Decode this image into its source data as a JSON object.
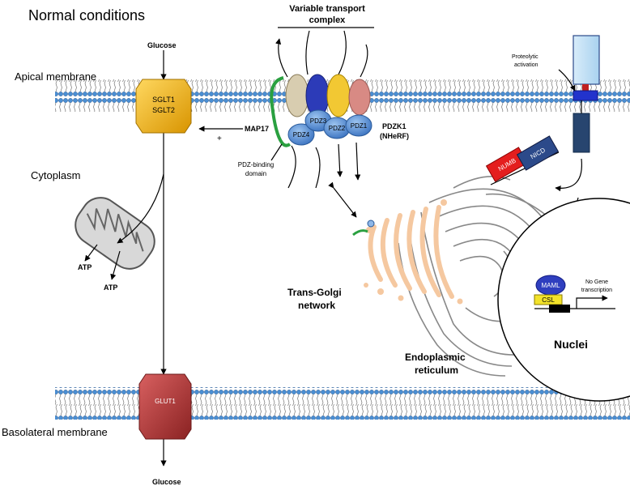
{
  "title": "Normal conditions",
  "labels": {
    "apical_membrane": "Apical membrane",
    "cytoplasm": "Cytoplasm",
    "basolateral_membrane": "Basolateral membrane",
    "glucose_top": "Glucose",
    "glucose_bottom": "Glucose",
    "sglt1": "SGLT1",
    "sglt2": "SGLT2",
    "map17": "MAP17",
    "plus_sign": "+",
    "atp_1": "ATP",
    "atp_2": "ATP",
    "glut1": "GLUT1",
    "transport_complex_line1": "Variable transport",
    "transport_complex_line2": "complex",
    "pdz1": "PDZ1",
    "pdz2": "PDZ2",
    "pdz3": "PDZ3",
    "pdz4": "PDZ4",
    "pdzk1_line1": "PDZK1",
    "pdzk1_line2": "(NHeRF)",
    "pdz_binding_line1": "PDZ-binding",
    "pdz_binding_line2": "domain",
    "trans_golgi_line1": "Trans-Golgi",
    "trans_golgi_line2": "network",
    "er_line1": "Endoplasmic",
    "er_line2": "reticulum",
    "proteolytic_line1": "Proteolytic",
    "proteolytic_line2": "activation",
    "numb": "NUMB",
    "nicd": "NICD",
    "maml": "MAML",
    "csl": "CSL",
    "no_gene_line1": "No Gene",
    "no_gene_line2": "transcription",
    "nuclei": "Nuclei"
  },
  "colors": {
    "membrane": "#4a8fd4",
    "sglt": "#f2b21d",
    "glut1": "#b83a3a",
    "pdz": "#4f8bd6",
    "golgi": "#f5c8a0",
    "numb": "#e41e1e",
    "nicd": "#2c4a8a",
    "maml": "#2f3fbf",
    "csl": "#f2e22a"
  }
}
